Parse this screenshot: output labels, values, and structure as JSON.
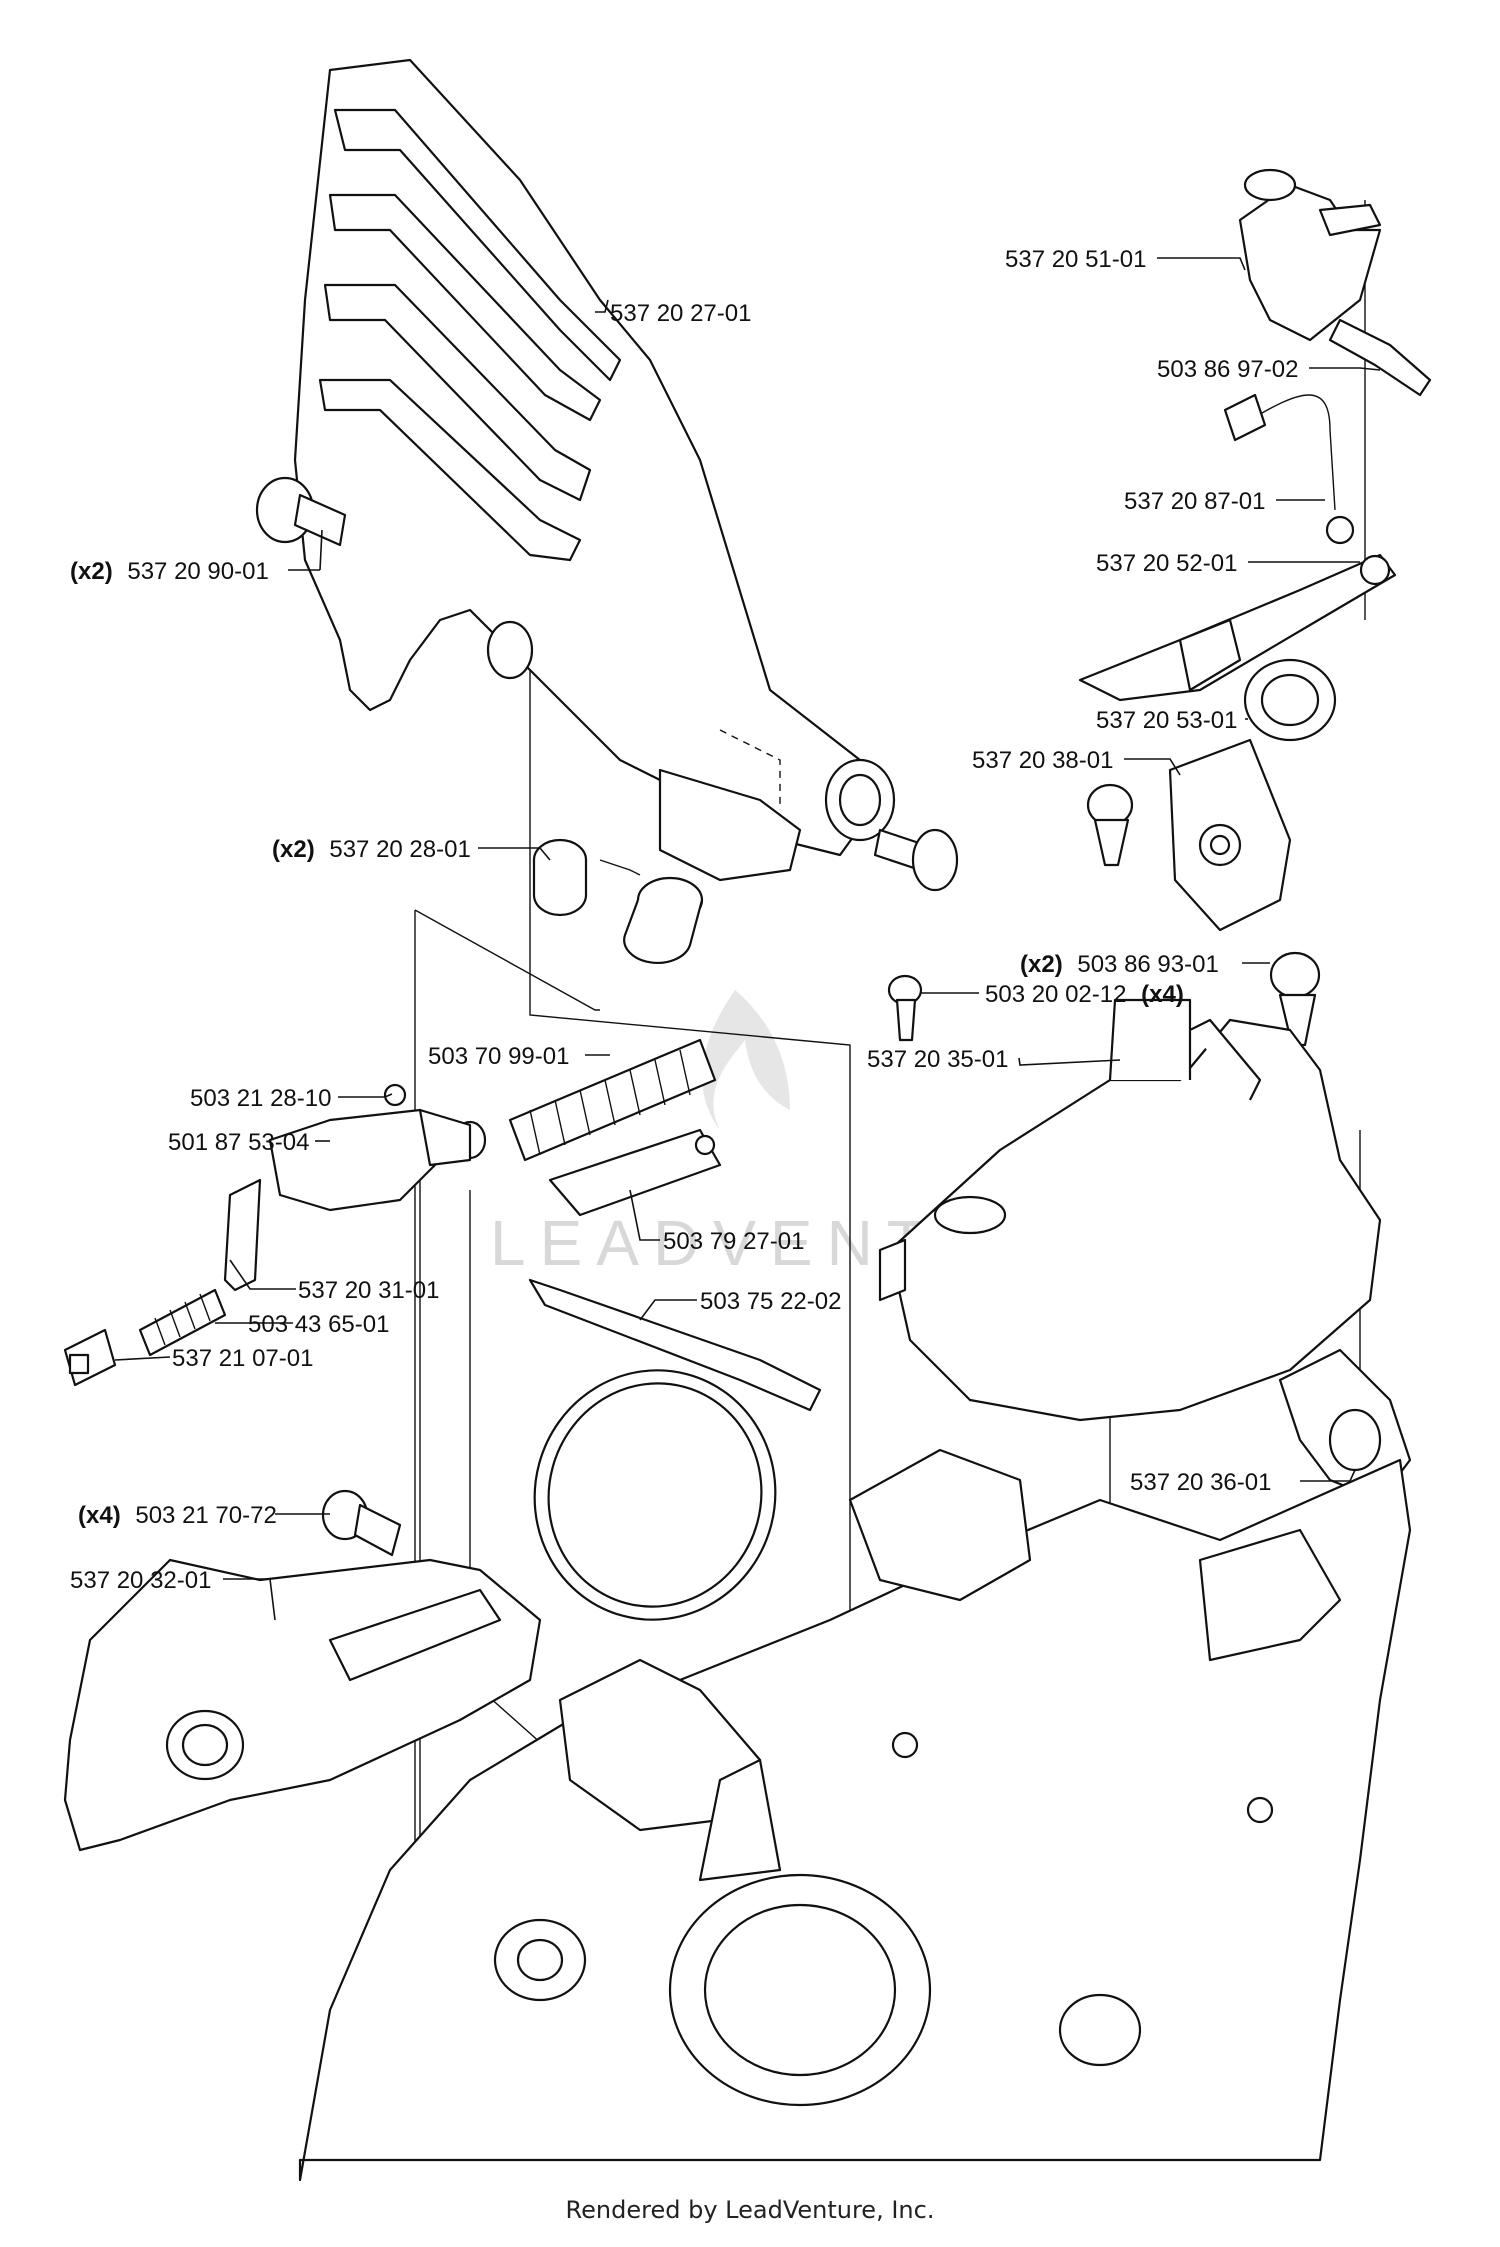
{
  "parts": [
    {
      "id": "p1",
      "number": "537 20 27-01",
      "qty": ""
    },
    {
      "id": "p2",
      "number": "537 20 90-01",
      "qty": "(x2)"
    },
    {
      "id": "p3",
      "number": "537 20 28-01",
      "qty": "(x2)"
    },
    {
      "id": "p4",
      "number": "503 70 99-01",
      "qty": ""
    },
    {
      "id": "p5",
      "number": "503 21 28-10",
      "qty": ""
    },
    {
      "id": "p6",
      "number": "501 87 53-04",
      "qty": ""
    },
    {
      "id": "p7",
      "number": "503 79 27-01",
      "qty": ""
    },
    {
      "id": "p8",
      "number": "537 20 31-01",
      "qty": ""
    },
    {
      "id": "p9",
      "number": "503 43 65-01",
      "qty": ""
    },
    {
      "id": "p10",
      "number": "537 21 07-01",
      "qty": ""
    },
    {
      "id": "p11",
      "number": "503 75 22-02",
      "qty": ""
    },
    {
      "id": "p12",
      "number": "503 21 70-72",
      "qty": "(x4)"
    },
    {
      "id": "p13",
      "number": "537 20 32-01",
      "qty": ""
    },
    {
      "id": "p14",
      "number": "537 20 51-01",
      "qty": ""
    },
    {
      "id": "p15",
      "number": "503 86 97-02",
      "qty": ""
    },
    {
      "id": "p16",
      "number": "537 20 87-01",
      "qty": ""
    },
    {
      "id": "p17",
      "number": "537 20 52-01",
      "qty": ""
    },
    {
      "id": "p18",
      "number": "537 20 53-01",
      "qty": ""
    },
    {
      "id": "p19",
      "number": "537 20 38-01",
      "qty": ""
    },
    {
      "id": "p20",
      "number": "503 86 93-01",
      "qty": "(x2)"
    },
    {
      "id": "p21",
      "number": "503 20 02-12",
      "qty": "(x4)"
    },
    {
      "id": "p22",
      "number": "537 20 35-01",
      "qty": ""
    },
    {
      "id": "p23",
      "number": "537 20 36-01",
      "qty": ""
    }
  ],
  "watermark": {
    "text": "LEADVENTURE"
  },
  "footer": {
    "text": "Rendered by LeadVenture, Inc."
  }
}
